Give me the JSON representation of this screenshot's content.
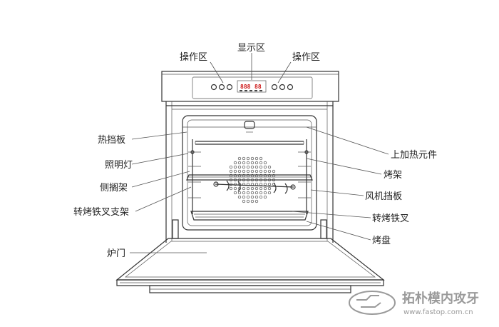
{
  "labels": {
    "control_left": "操作区",
    "display": "显示区",
    "control_right": "操作区",
    "heat_shield": "热挡板",
    "lamp": "照明灯",
    "side_rack": "侧搁架",
    "spit_support": "转烤铁叉支架",
    "door": "炉门",
    "top_heater": "上加热元件",
    "rack": "烤架",
    "fan_cover": "风机挡板",
    "spit": "转烤铁叉",
    "tray": "烤盘"
  },
  "display_readout": {
    "left": "888",
    "right": "88"
  },
  "watermark": {
    "name": "拓朴模内攻牙",
    "url": "www.fastop.com.cn"
  },
  "colors": {
    "line": "#333333",
    "display_red": "#cc1111",
    "watermark": "#9a9a9a"
  }
}
